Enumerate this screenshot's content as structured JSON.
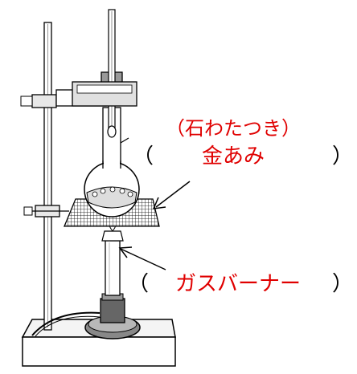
{
  "labels": {
    "top_line1": "（石わたつき）",
    "top_line2": "金あみ",
    "bottom": "ガスバーナー"
  },
  "brackets": {
    "open": "（",
    "close": "）"
  },
  "colors": {
    "label_red": "#e00000",
    "line": "#000000"
  }
}
